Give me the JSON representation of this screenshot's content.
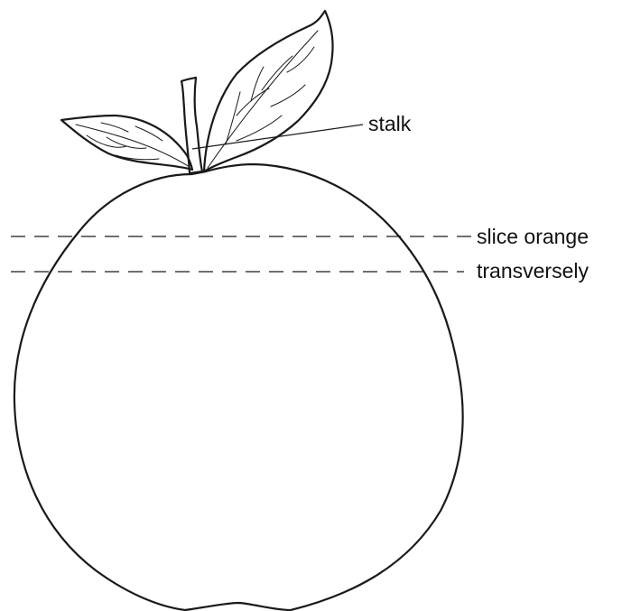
{
  "labels": {
    "stalk": "stalk",
    "cut_line_1": "slice orange",
    "cut_line_2": "transversely"
  },
  "colors": {
    "ink": "#1a1a1a",
    "background": "#ffffff"
  }
}
